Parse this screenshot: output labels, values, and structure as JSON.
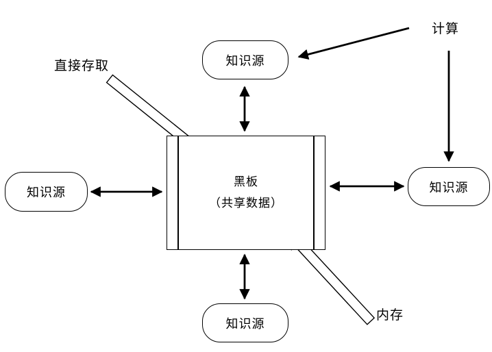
{
  "diagram": {
    "title": "blackboard-architecture-diagram",
    "blackboard": {
      "title": "黑板",
      "subtitle": "（共享数据）"
    },
    "nodes": {
      "top": "知识源",
      "left": "知识源",
      "right": "知识源",
      "bottom": "知识源"
    },
    "labels": {
      "compute": "计算",
      "direct_access": "直接存取",
      "memory": "内存"
    },
    "colors": {
      "stroke": "#000000",
      "background": "#ffffff"
    }
  }
}
